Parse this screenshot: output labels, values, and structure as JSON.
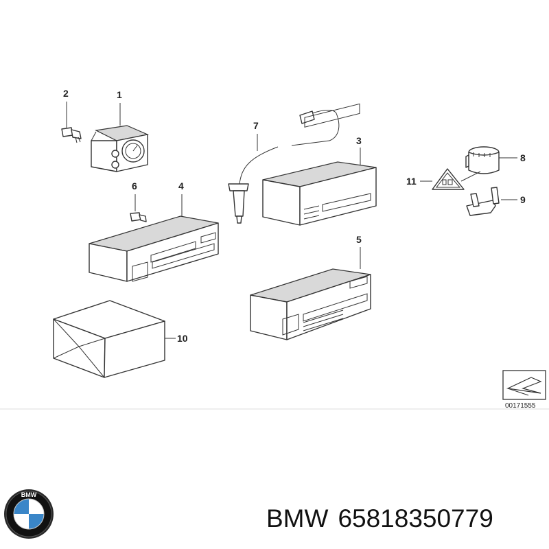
{
  "diagram": {
    "callouts": [
      "1",
      "2",
      "3",
      "4",
      "5",
      "6",
      "7",
      "8",
      "9",
      "10",
      "11"
    ],
    "diagram_number": "00171555"
  },
  "footer": {
    "brand": "BMW",
    "part_number": "65818350779",
    "logo_letters": "BMW"
  }
}
